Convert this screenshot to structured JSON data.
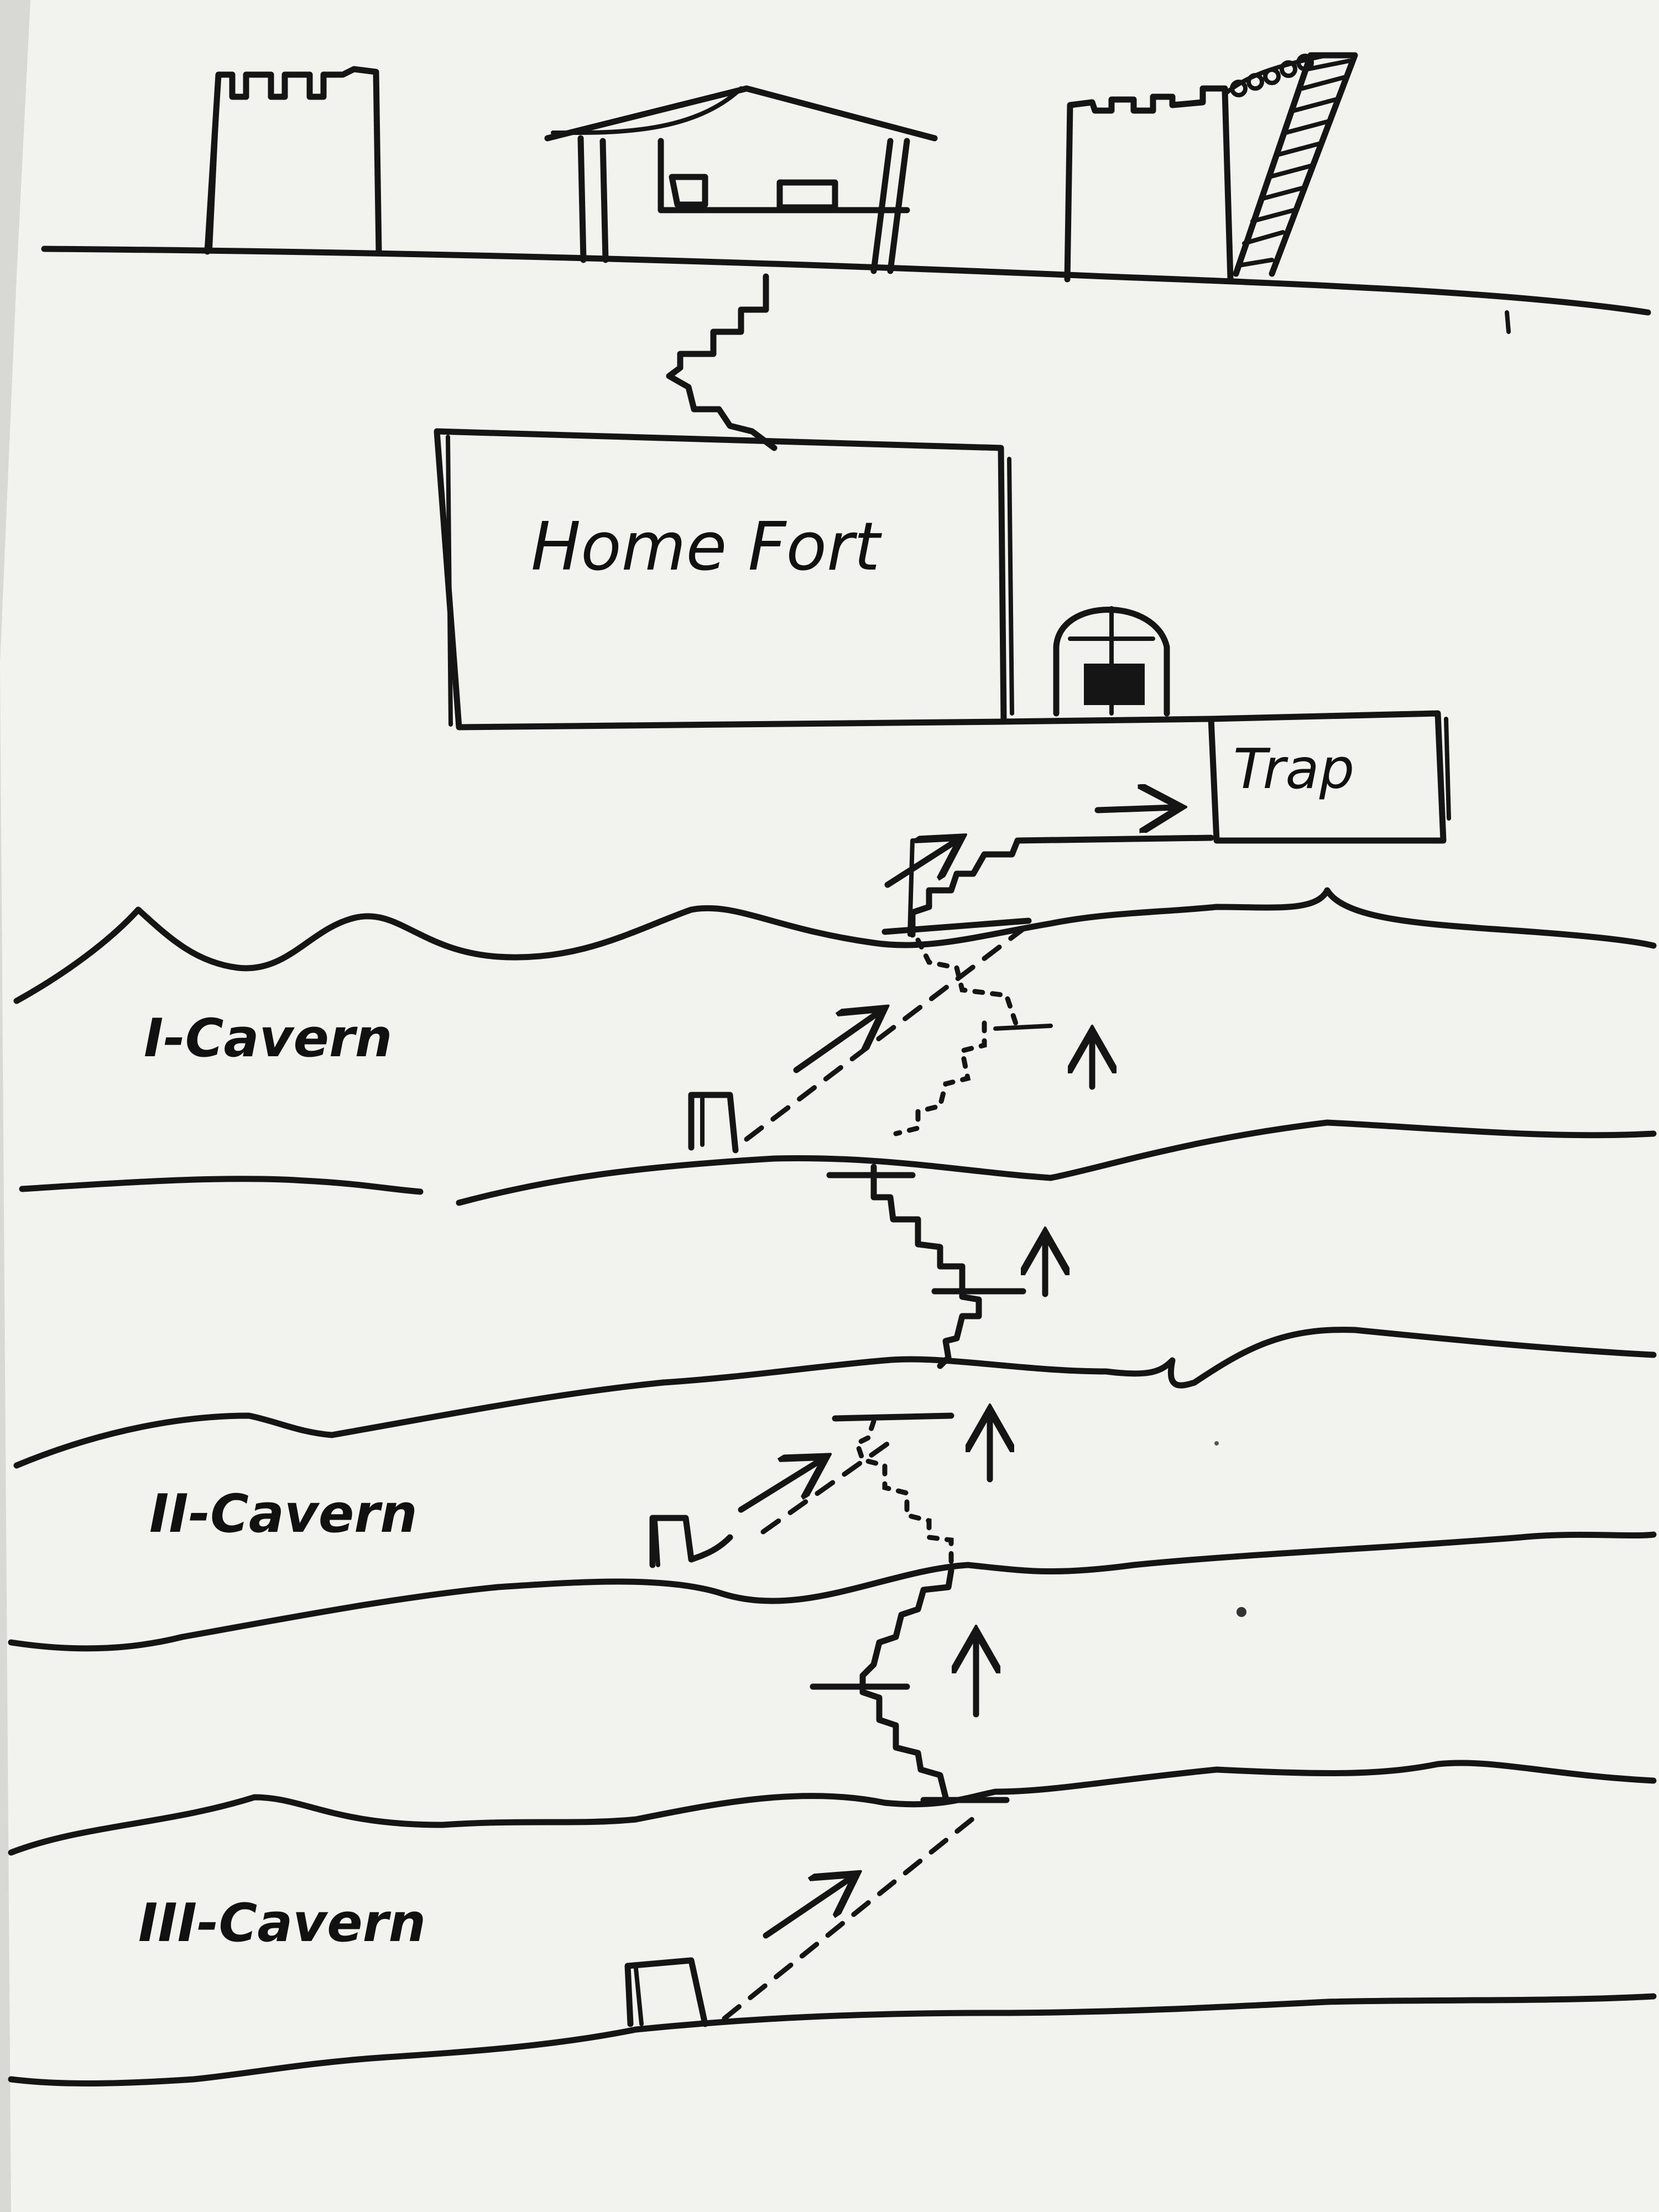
{
  "labels": {
    "home_fort": "Home Fort",
    "trap": "Trap",
    "cavern_1": "I-Cavern",
    "cavern_2": "II-Cavern",
    "cavern_3": "III-Cavern"
  },
  "colors": {
    "paper": "#f2f3ef",
    "ink": "#151515",
    "background": "#d8d9d4"
  }
}
